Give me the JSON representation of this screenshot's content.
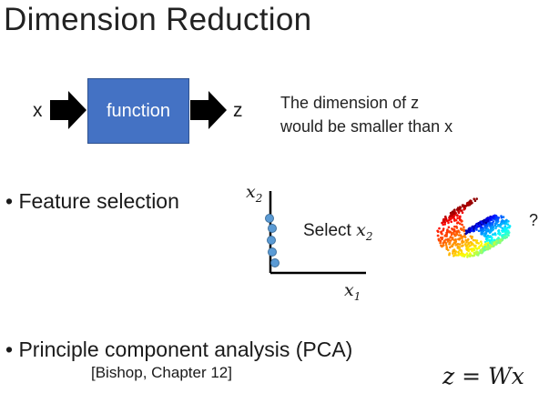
{
  "slide": {
    "title": "Dimension Reduction",
    "diagram": {
      "input_label": "x",
      "box_label": "function",
      "output_label": "z",
      "description_line1": "The dimension of z",
      "description_line2": "would be smaller than x",
      "box_color": "#4472c4"
    },
    "bullets": [
      {
        "marker": "•",
        "text": "Feature selection"
      },
      {
        "marker": "•",
        "text": "Principle component analysis (PCA)"
      }
    ],
    "feature_selection_plot": {
      "y_axis_label": "x",
      "y_axis_subscript": "2",
      "x_axis_label": "x",
      "x_axis_subscript": "1",
      "select_text": "Select ",
      "select_var": "x",
      "select_sub": "2",
      "point_color": "#5b9bd5"
    },
    "swiss_roll": {
      "question_mark": "?"
    },
    "citation": "[Bishop, Chapter 12]",
    "equation": "z = Wx"
  }
}
